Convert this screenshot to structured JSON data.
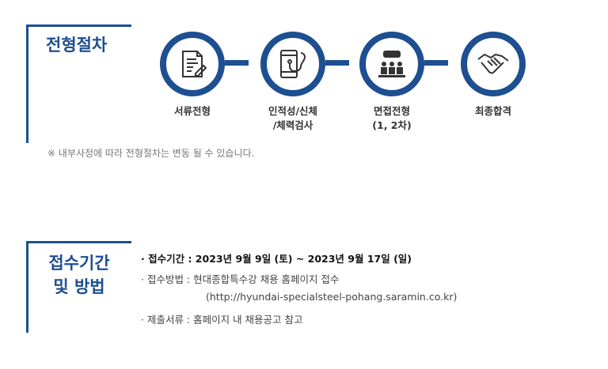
{
  "process": {
    "title": "전형절차",
    "steps": [
      {
        "label": "서류전형",
        "icon": "document-pen-icon"
      },
      {
        "label": "인적성/신체",
        "label2": "/체력검사",
        "icon": "phone-stethoscope-icon"
      },
      {
        "label": "면접전형",
        "label2": "(1, 2차)",
        "icon": "interview-icon"
      },
      {
        "label": "최종합격",
        "icon": "handshake-icon"
      }
    ],
    "note": "※ 내부사정에 따라 전형절차는 변동 될 수 있습니다."
  },
  "application": {
    "title1": "접수기간",
    "title2": "및 방법",
    "period": "· 접수기간 : 2023년 9월 9일 (토) ~ 2023년 9월 17일 (일)",
    "method": "· 접수방법 : 현대종합특수강 채용 홈페이지 접수",
    "url": "(http://hyundai-specialsteel-pohang.saramin.co.kr)",
    "documents": "· 제출서류 : 홈페이지 내 채용공고 참고"
  }
}
